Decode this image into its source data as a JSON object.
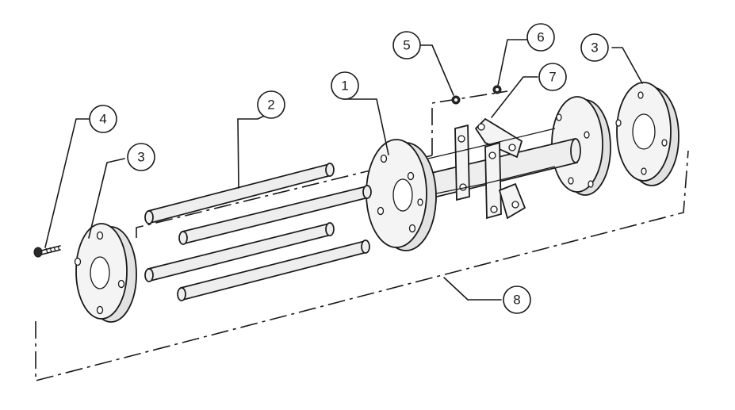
{
  "callouts": [
    {
      "id": "c1",
      "label": "1"
    },
    {
      "id": "c2",
      "label": "2"
    },
    {
      "id": "c3a",
      "label": "3"
    },
    {
      "id": "c3b",
      "label": "3"
    },
    {
      "id": "c4",
      "label": "4"
    },
    {
      "id": "c5",
      "label": "5"
    },
    {
      "id": "c6",
      "label": "6"
    },
    {
      "id": "c7",
      "label": "7"
    },
    {
      "id": "c8",
      "label": "8"
    }
  ]
}
